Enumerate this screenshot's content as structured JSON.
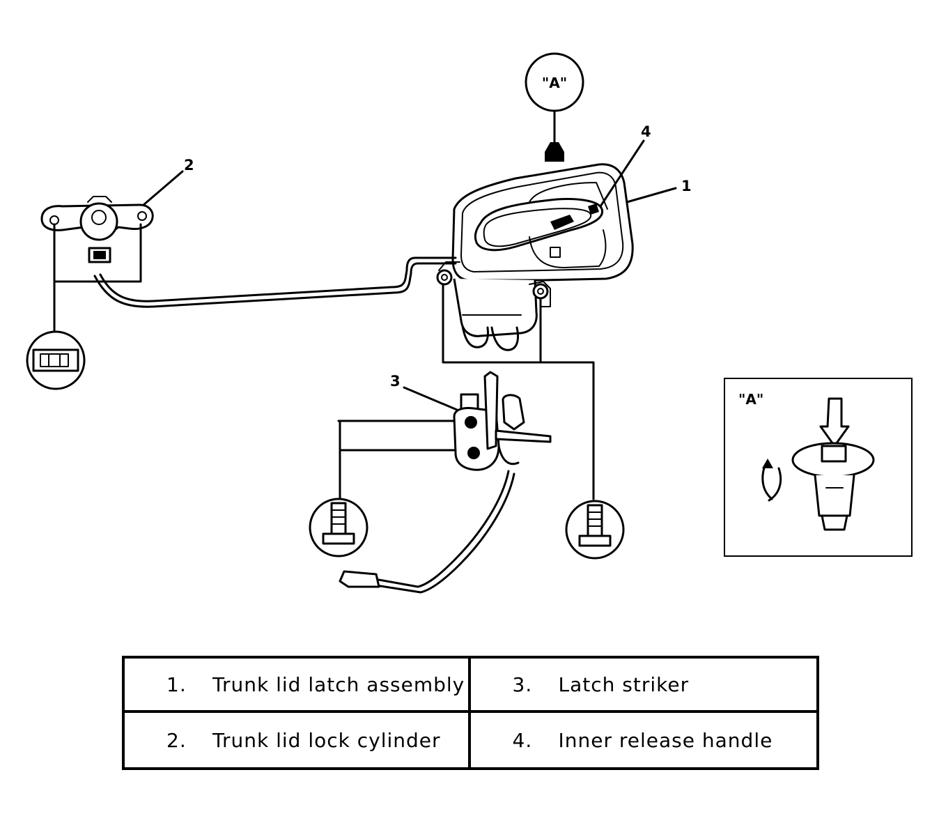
{
  "callouts": {
    "c1": "1",
    "c2": "2",
    "c3": "3",
    "c4": "4",
    "view_ref": "\"A\"",
    "inset_label": "\"A\""
  },
  "icons": [
    "detail-circle-a",
    "nut-icon",
    "bolt-icon",
    "clip-icon",
    "rotate-arrow-icon"
  ],
  "legend": [
    {
      "num": "1.",
      "label": "Trunk lid latch assembly"
    },
    {
      "num": "3.",
      "label": "Latch striker"
    },
    {
      "num": "2.",
      "label": "Trunk lid lock cylinder"
    },
    {
      "num": "4.",
      "label": "Inner release handle"
    }
  ]
}
